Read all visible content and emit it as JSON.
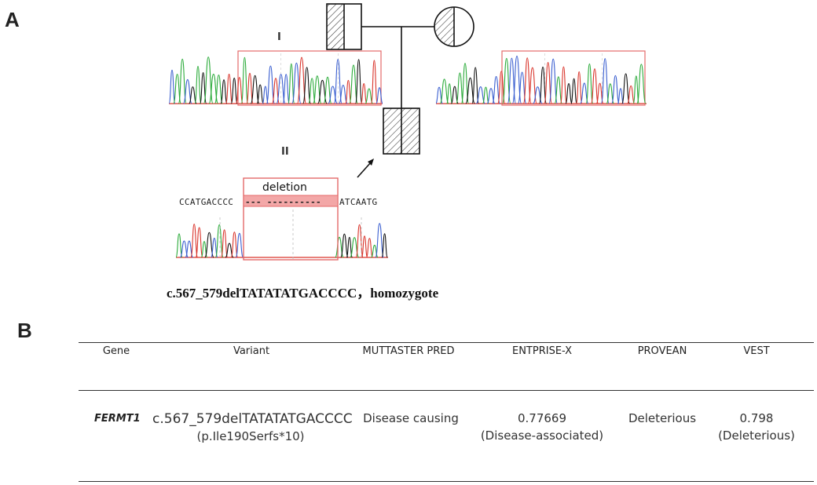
{
  "panel_a": {
    "label": "A",
    "generation_labels": [
      "I",
      "II"
    ],
    "deletion_label": "deletion",
    "sequence_left": "CCATGACCCC",
    "sequence_gap": "--- ----------",
    "sequence_right": "ATCAATG",
    "variant_caption": "c.567_579delTATATATGACCCC，homozygote"
  },
  "panel_b": {
    "label": "B",
    "headers": [
      "Gene",
      "Variant",
      "MUTTASTER PRED",
      "ENTPRISE-X",
      "PROVEAN",
      "VEST"
    ],
    "row": {
      "gene": "FERMT1",
      "variant_line1": "c.567_579delTATATATGACCCC",
      "variant_line2": "(p.Ile190Serfs*10)",
      "muttaster": "Disease causing",
      "entprise_line1": "0.77669",
      "entprise_line2": "(Disease-associated)",
      "provean": "Deleterious",
      "vest_line1": "0.798",
      "vest_line2": "(Deleterious)"
    }
  },
  "colors": {
    "highlight_box": "#e46a6a",
    "deletion_fill": "#f3a7a7",
    "trace_a": "#2bab3a",
    "trace_c": "#3b5fd0",
    "trace_g": "#111111",
    "trace_t": "#d9342b"
  }
}
